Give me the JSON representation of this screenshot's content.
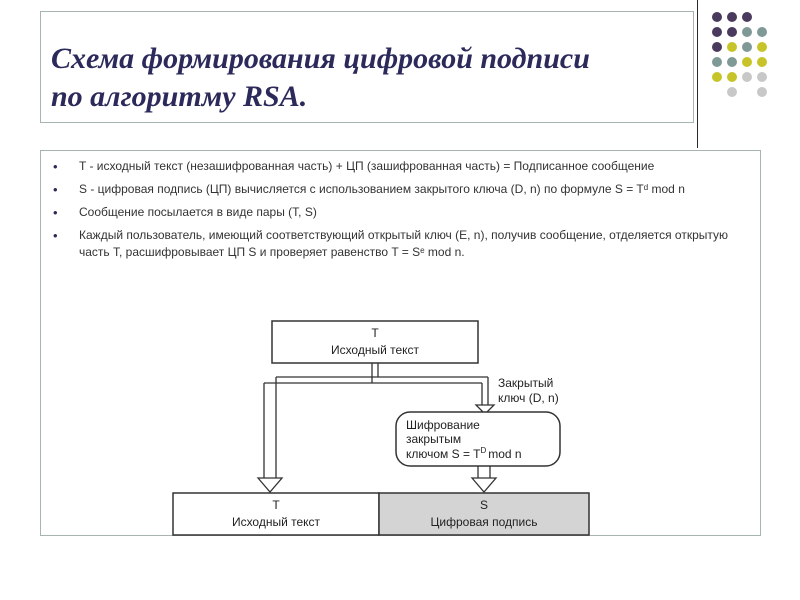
{
  "slide": {
    "title": "Схема формирования цифровой подписи\nпо алгоритму RSA."
  },
  "bullets": [
    "T - исходный текст (незашифрованная часть) + ЦП (зашифрованная часть) = Подписанное сообщение",
    "S - цифровая подпись (ЦП) вычисляется с использованием закрытого ключа (D, n) по формуле S = Tᵈ mod n",
    "Сообщение посылается в виде пары (T, S)",
    "Каждый пользователь, имеющий соответствующий открытый ключ (E, n), получив сообщение, отделяется открытую часть T, расшифровывает ЦП S и проверяет равенство T = Sᵉ mod n."
  ],
  "diagram": {
    "top_box": {
      "line1": "T",
      "line2": "Исходный текст"
    },
    "key_label": {
      "line1": "Закрытый",
      "line2": "ключ (D, n)"
    },
    "encrypt_box": {
      "line1": "Шифрование",
      "line2": "закрытым",
      "line3_prefix": "ключом S = T",
      "line3_sup": "D",
      "line3_suffix": "mod n"
    },
    "bottom_left": {
      "line1": "T",
      "line2": "Исходный текст"
    },
    "bottom_right": {
      "line1": "S",
      "line2": "Цифровая подпись"
    }
  },
  "colors": {
    "title": "#2b2a5a",
    "frame": "#a8b4ae",
    "dot_purple": "#4a3a5e",
    "dot_teal": "#7f9a96",
    "dot_olive": "#c7c42a",
    "dot_gray": "#c8c8c8",
    "signature_fill": "#d4d4d4"
  }
}
